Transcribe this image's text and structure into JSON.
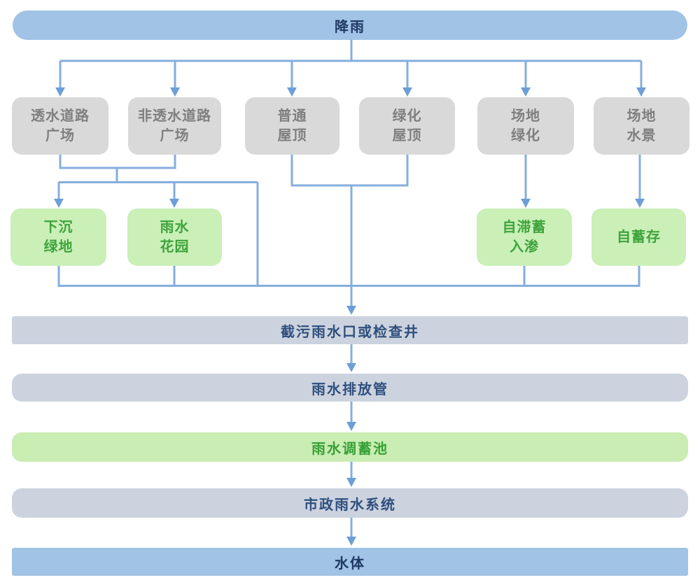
{
  "diagram_type": "rainwater-management-flowchart",
  "colors": {
    "blue_bar_bg": "#a0c3e6",
    "blue_bar_text": "#1f3864",
    "gray_box_bg": "#d9d9d9",
    "gray_box_text": "#7f7f7f",
    "green_box_bg": "#caf0b8",
    "green_box_text": "#3fa33c",
    "channel_bar_bg": "#ccd3df",
    "channel_bar_text": "#2f4f7d",
    "green_bar_bg": "#c9edb2",
    "green_bar_text": "#36a037",
    "connector_line": "#85aede",
    "arrowhead": "#6d9ed8"
  },
  "nodes": {
    "rain": {
      "label": "降雨"
    },
    "sources": [
      {
        "label": "透水道路\n广场"
      },
      {
        "label": "非透水道路\n广场"
      },
      {
        "label": "普通\n屋顶"
      },
      {
        "label": "绿化\n屋顶"
      },
      {
        "label": "场地\n绿化"
      },
      {
        "label": "场地\n水景"
      }
    ],
    "lid_facilities": [
      {
        "label": "下沉\n绿地"
      },
      {
        "label": "雨水\n花园"
      },
      {
        "label": "自滞蓄\n入渗"
      },
      {
        "label": "自蓄存"
      }
    ],
    "channels": [
      {
        "label": "截污雨水口或检查井",
        "style": "gray"
      },
      {
        "label": "雨水排放管",
        "style": "gray"
      },
      {
        "label": "雨水调蓄池",
        "style": "green"
      },
      {
        "label": "市政雨水系统",
        "style": "gray"
      },
      {
        "label": "水体",
        "style": "blue"
      }
    ]
  }
}
